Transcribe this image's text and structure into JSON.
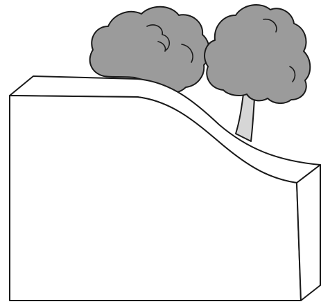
{
  "colors": {
    "background": "#ffffff",
    "outline": "#1a1a1a",
    "block_face": "#ffffff",
    "tree_canopy": "#9b9b9b",
    "tree_trunk": "#d6d6d6"
  },
  "elements": {
    "block": "soil-block-with-slope",
    "trees": [
      "tree-left",
      "tree-right"
    ]
  }
}
